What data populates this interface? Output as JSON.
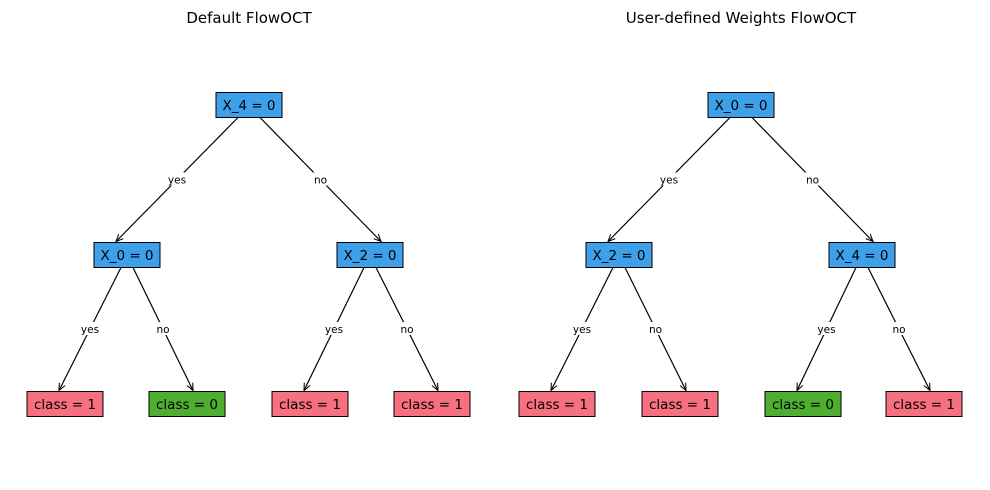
{
  "colors": {
    "split": "#3fa0ea",
    "class_1": "#f7707f",
    "class_0": "#4fad32",
    "edge": "#000000",
    "background": "#ffffff"
  },
  "trees": [
    {
      "title": "Default FlowOCT",
      "nodes": [
        {
          "id": "root",
          "label": "X_4 = 0",
          "kind": "split"
        },
        {
          "id": "l",
          "label": "X_0 = 0",
          "kind": "split"
        },
        {
          "id": "r",
          "label": "X_2 = 0",
          "kind": "split"
        },
        {
          "id": "ll",
          "label": "class = 1",
          "kind": "class_1"
        },
        {
          "id": "lr",
          "label": "class = 0",
          "kind": "class_0"
        },
        {
          "id": "rl",
          "label": "class = 1",
          "kind": "class_1"
        },
        {
          "id": "rr",
          "label": "class = 1",
          "kind": "class_1"
        }
      ],
      "edges": [
        {
          "from": "root",
          "to": "l",
          "label": "yes"
        },
        {
          "from": "root",
          "to": "r",
          "label": "no"
        },
        {
          "from": "l",
          "to": "ll",
          "label": "yes"
        },
        {
          "from": "l",
          "to": "lr",
          "label": "no"
        },
        {
          "from": "r",
          "to": "rl",
          "label": "yes"
        },
        {
          "from": "r",
          "to": "rr",
          "label": "no"
        }
      ]
    },
    {
      "title": "User-defined Weights FlowOCT",
      "nodes": [
        {
          "id": "root",
          "label": "X_0 = 0",
          "kind": "split"
        },
        {
          "id": "l",
          "label": "X_2 = 0",
          "kind": "split"
        },
        {
          "id": "r",
          "label": "X_4 = 0",
          "kind": "split"
        },
        {
          "id": "ll",
          "label": "class = 1",
          "kind": "class_1"
        },
        {
          "id": "lr",
          "label": "class = 1",
          "kind": "class_1"
        },
        {
          "id": "rl",
          "label": "class = 0",
          "kind": "class_0"
        },
        {
          "id": "rr",
          "label": "class = 1",
          "kind": "class_1"
        }
      ],
      "edges": [
        {
          "from": "root",
          "to": "l",
          "label": "yes"
        },
        {
          "from": "root",
          "to": "r",
          "label": "no"
        },
        {
          "from": "l",
          "to": "ll",
          "label": "yes"
        },
        {
          "from": "l",
          "to": "lr",
          "label": "no"
        },
        {
          "from": "r",
          "to": "rl",
          "label": "yes"
        },
        {
          "from": "r",
          "to": "rr",
          "label": "no"
        }
      ]
    }
  ]
}
